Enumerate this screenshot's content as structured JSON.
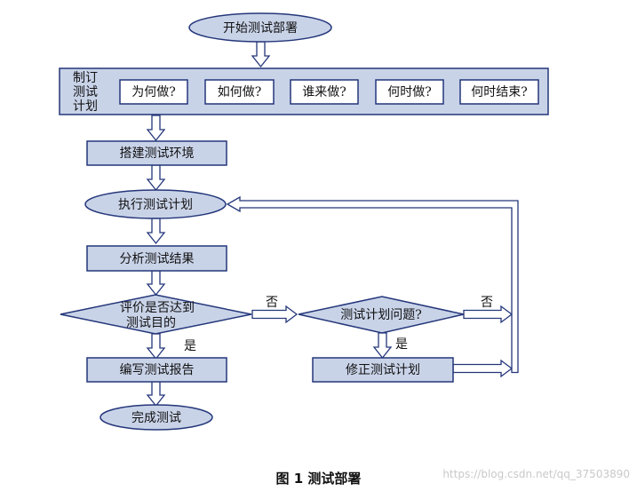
{
  "nodes": {
    "start": "开始测试部署",
    "plan_label": [
      "制订",
      "测试",
      "计划"
    ],
    "plan_why": "为何做?",
    "plan_how": "如何做?",
    "plan_who": "谁来做?",
    "plan_when": "何时做?",
    "plan_end": "何时结束?",
    "build_env": "搭建测试环境",
    "execute": "执行测试计划",
    "analyze": "分析测试结果",
    "evaluate": [
      "评价是否达到",
      "测试目的"
    ],
    "plan_issue": "测试计划问题?",
    "write_report": "编写测试报告",
    "fix_plan": "修正测试计划",
    "finish": "完成测试"
  },
  "edges": {
    "eval_no": "否",
    "eval_yes": "是",
    "issue_no": "否",
    "issue_yes": "是"
  },
  "caption": "图 1  测试部署",
  "watermark": "https://blog.csdn.net/qq_37503890",
  "colors": {
    "fill": "#c9d3e8",
    "stroke": "#24367a",
    "arrow_fill": "#ffffff"
  }
}
